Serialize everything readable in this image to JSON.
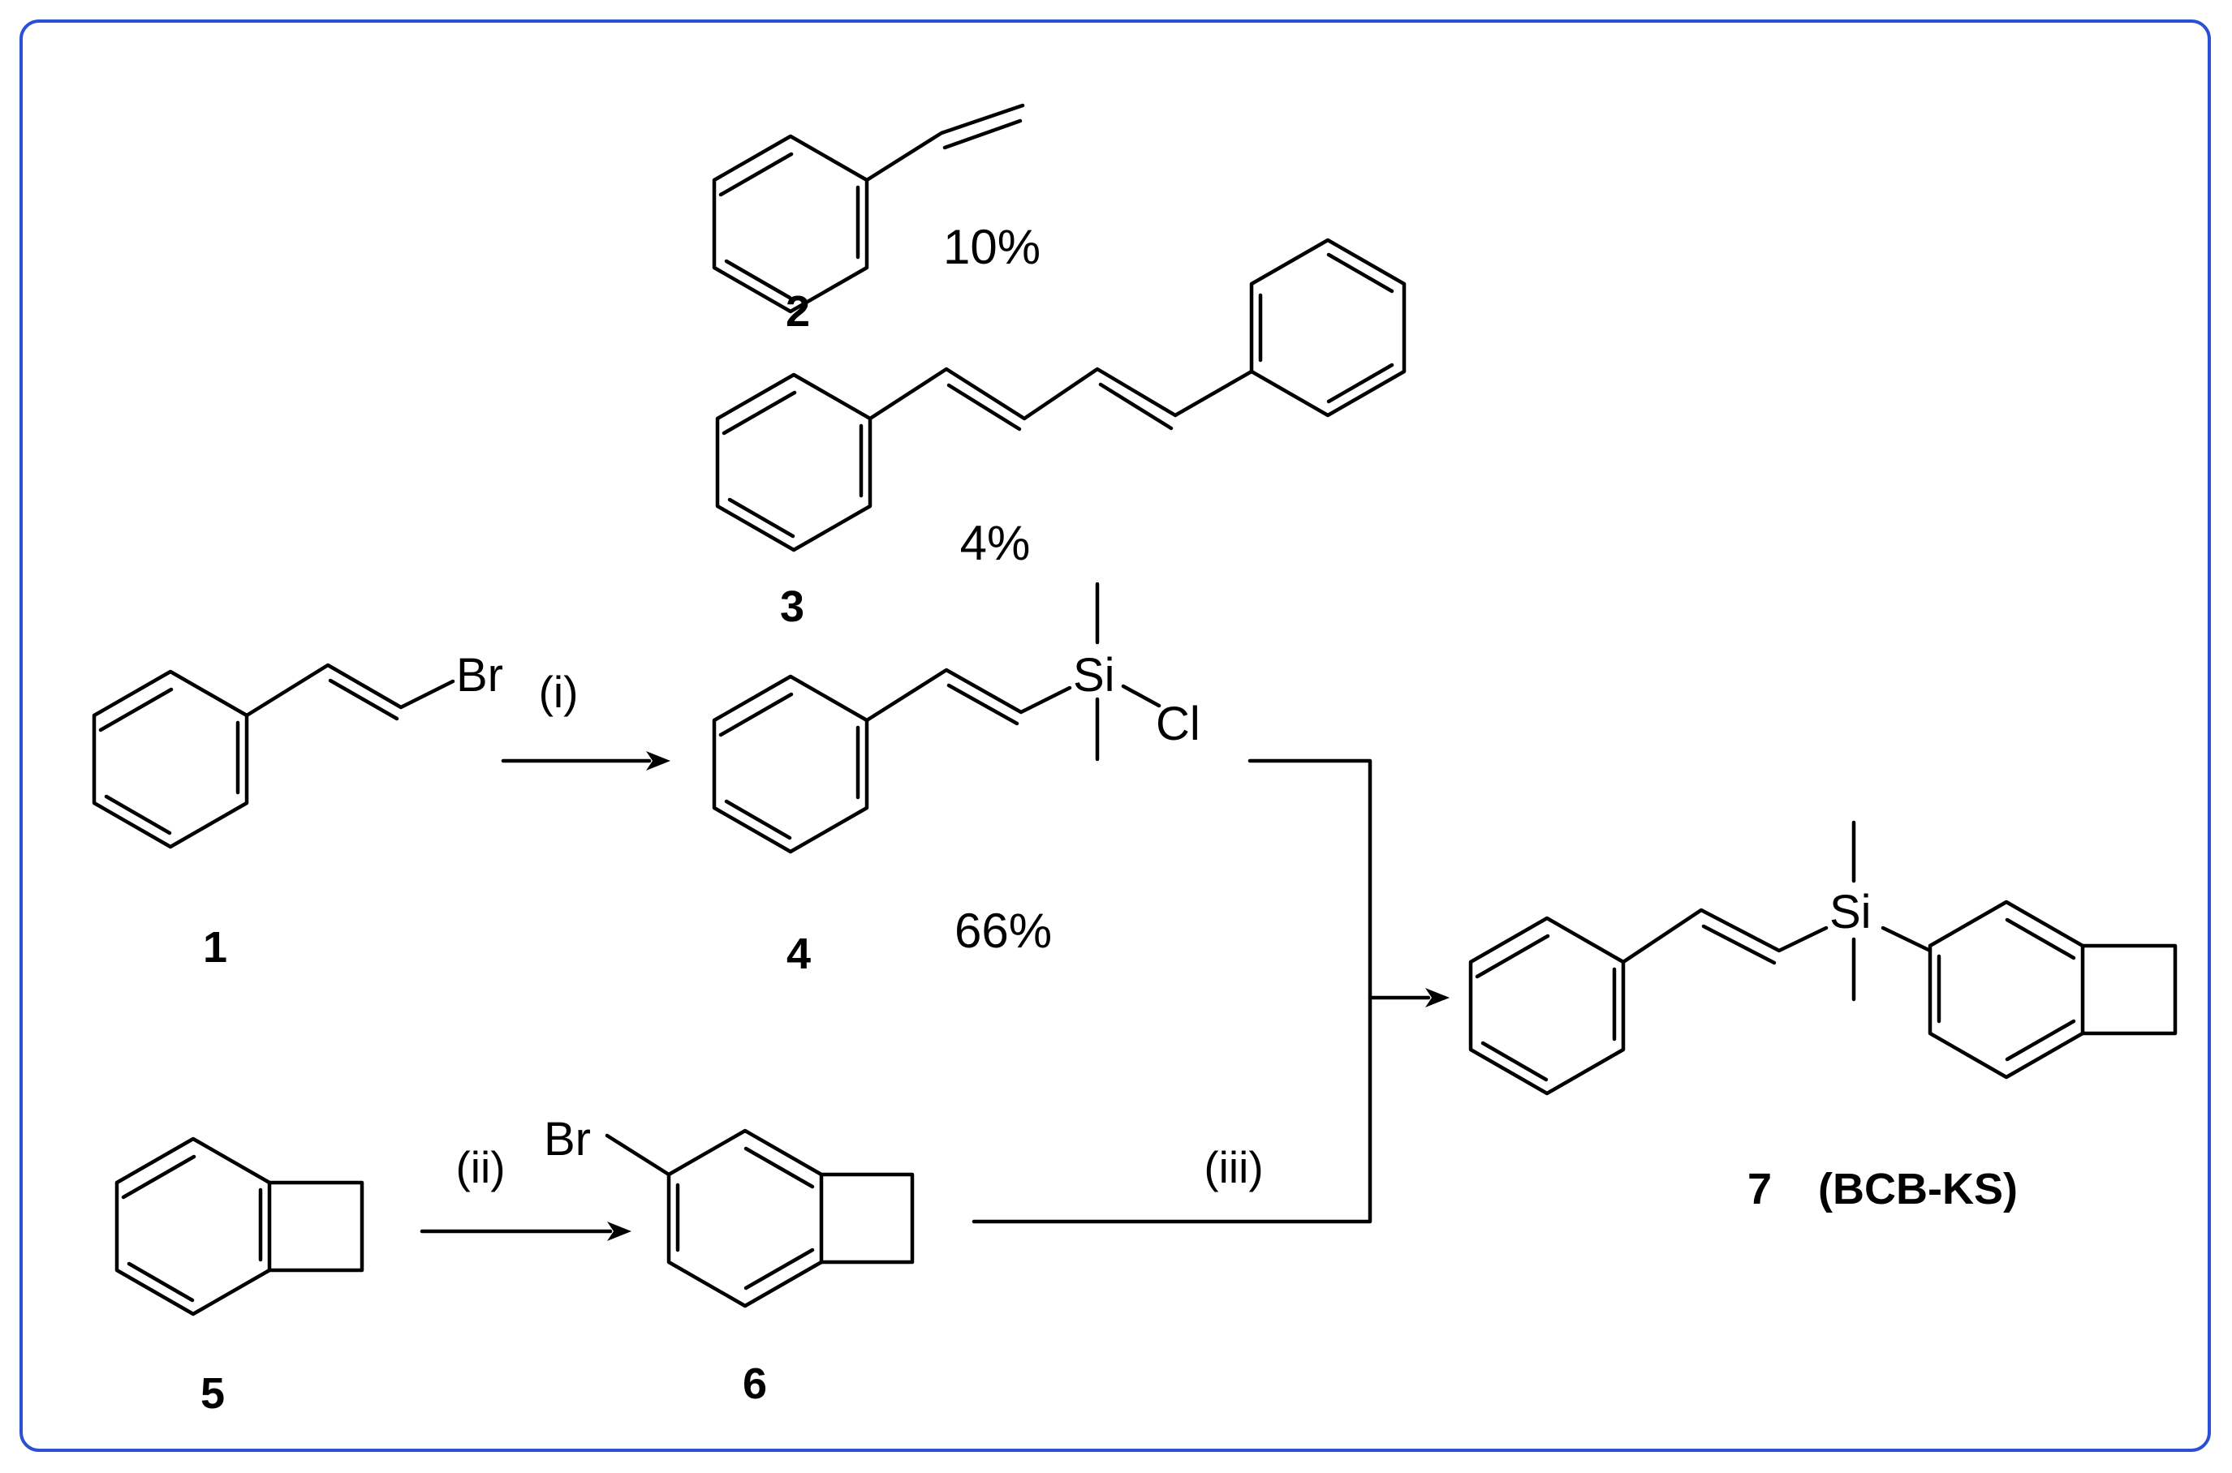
{
  "colors": {
    "frame": "#2c50d4",
    "ink": "#000000",
    "background": "#ffffff"
  },
  "compounds": {
    "c1": {
      "number": "1"
    },
    "c2": {
      "number": "2",
      "yield": "10%"
    },
    "c3": {
      "number": "3",
      "yield": "4%"
    },
    "c4": {
      "number": "4",
      "yield": "66%"
    },
    "c5": {
      "number": "5"
    },
    "c6": {
      "number": "6"
    },
    "c7": {
      "number": "7",
      "name": "(BCB-KS)"
    }
  },
  "atoms": {
    "br": "Br",
    "si": "Si",
    "cl": "Cl"
  },
  "conditions": {
    "step1": "(i)",
    "step2": "(ii)",
    "step3": "(iii)"
  }
}
